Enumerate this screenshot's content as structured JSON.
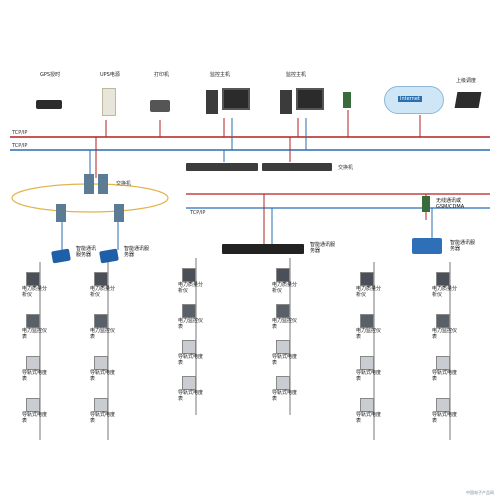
{
  "top_devices": {
    "gps": "GPS授时",
    "ups": "UPS电源",
    "printer": "打印机",
    "monitor1": "监控主机",
    "monitor2": "监控主机",
    "laptop": "上级调度"
  },
  "internet_label": "Internet",
  "bus_labels": {
    "upper": "TCP/IP",
    "lower": "TCP/IP",
    "mid": "TCP/IP"
  },
  "switch_labels": {
    "left": "交换机",
    "center": "交换机"
  },
  "server_labels": {
    "left1": "智能通讯服务器",
    "left2": "智能通讯服务器",
    "center": "智能通讯服务器",
    "right": "智能通讯服务器"
  },
  "wireless_label": "无线通讯或GSM/CDMA",
  "meters": {
    "analyzer": "电力质量分析仪",
    "monitor": "电力监控仪表",
    "rail": "导轨式电度表"
  },
  "watermark": "中国电子产品网"
}
